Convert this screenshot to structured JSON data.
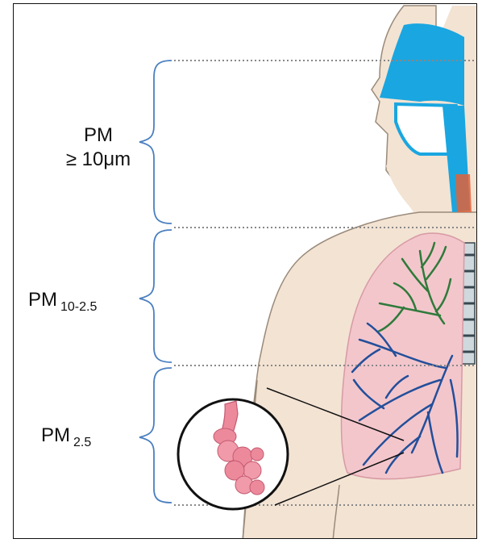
{
  "labels": {
    "zone1_line1": "PM",
    "zone1_line2": "≥ 10μm",
    "zone2_main": "PM",
    "zone2_sub": "10-2.5",
    "zone3_main": "PM",
    "zone3_sub": "2.5"
  },
  "colors": {
    "airway_blue": "#1aa6e0",
    "skin": "#f3e3d3",
    "lung_pink": "#f3c6cc",
    "upper_bronchi": "#2f7a3a",
    "lower_bronchi": "#234f9a",
    "alveoli": "#ec8a9c",
    "brace": "#4a7fc0"
  }
}
